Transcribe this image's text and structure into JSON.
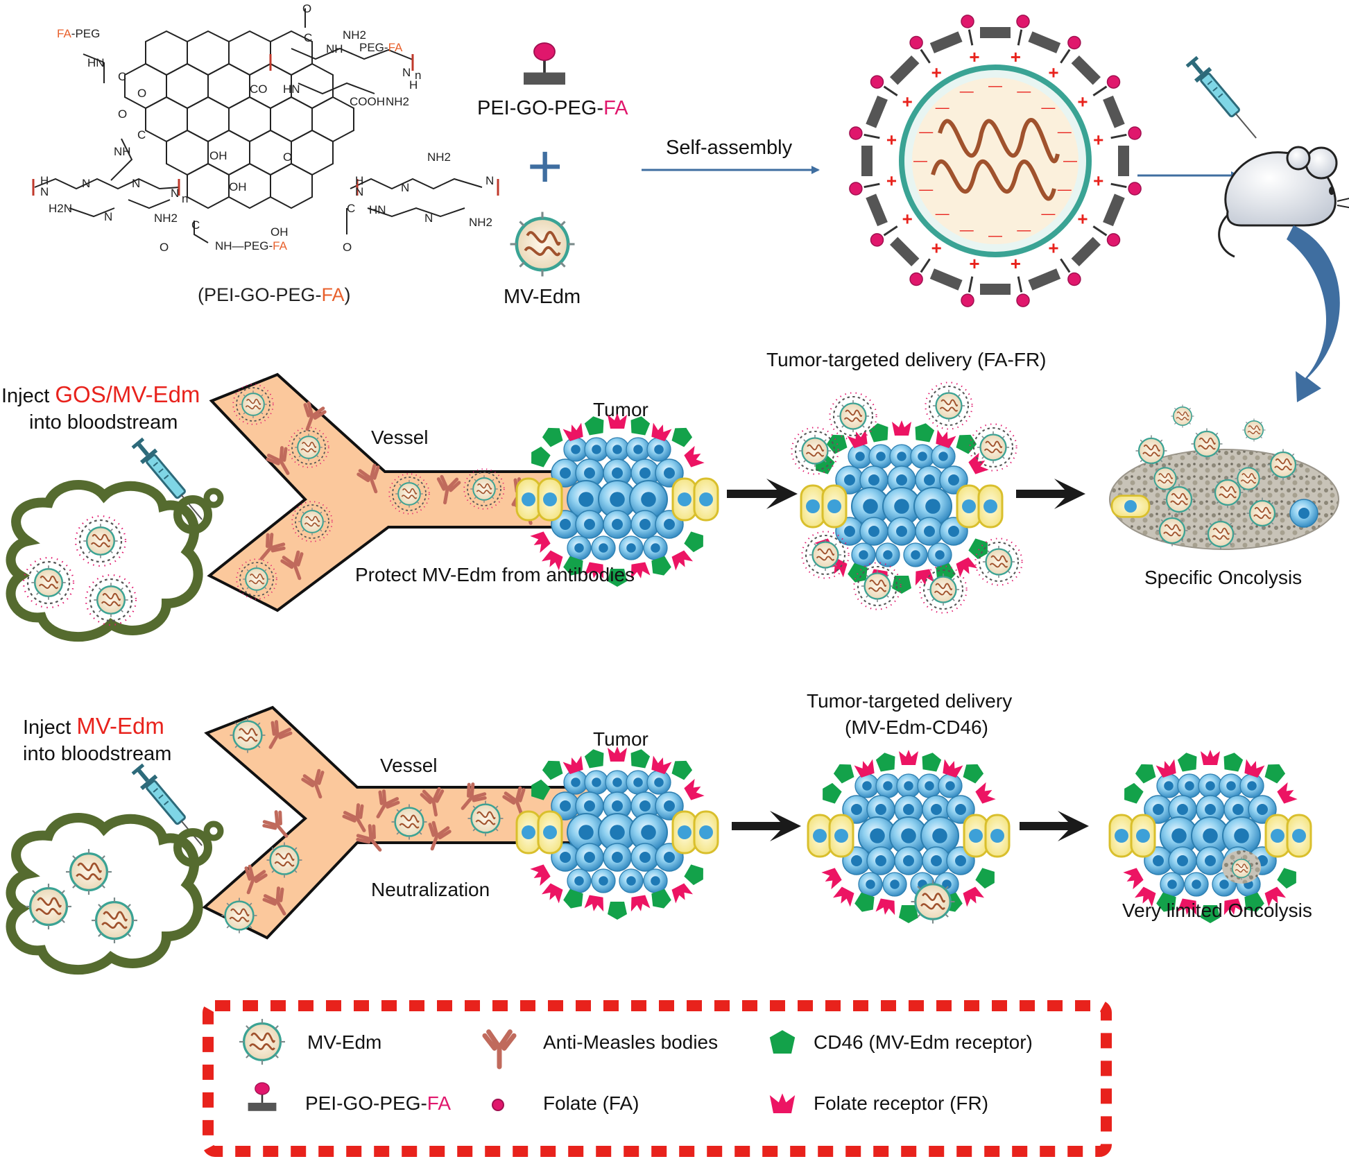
{
  "colors": {
    "accent_red": "#e8221c",
    "fa_orange": "#e8602c",
    "fa_pink": "#e0176c",
    "vessel_fill": "#fbc89c",
    "cell_blue": "#5ab0dc",
    "receptor_green": "#13a24a",
    "receptor_pink": "#ec1463",
    "cloud_green": "#556b2f",
    "arrow_blue": "#3f6ea0",
    "arrow_dark": "#1a1a1a"
  },
  "chemistry": {
    "compound_caption": {
      "prefix": "(PEI-GO-PEG-",
      "suffix": "FA",
      "close": ")"
    },
    "groups": {
      "fa": "FA",
      "peg_dash": "-PEG",
      "peg": "PEG-",
      "nh_peg": "NH—PEG-",
      "nh": "NH",
      "hn": "HN",
      "nh2": "NH2",
      "h2n": "H2N",
      "oh": "OH",
      "o": "O",
      "c": "C",
      "n": "N",
      "h": "H",
      "co": "CO",
      "cooh": "COOH",
      "sub_n": "n"
    }
  },
  "top": {
    "sheet_label": {
      "prefix": "PEI-GO-PEG-",
      "suffix": "FA"
    },
    "plus": "+",
    "virus_label": "MV-Edm",
    "self_assembly": "Self-assembly",
    "charge_plus": "+",
    "charge_minus": "—"
  },
  "row1": {
    "inject_prefix": "Inject ",
    "inject_highlight": "GOS/MV-Edm",
    "inject_suffix": "into bloodstream",
    "vessel": "Vessel",
    "tumor": "Tumor",
    "caption": "Protect MV-Edm from antibodies",
    "delivery": "Tumor-targeted delivery (FA-FR)",
    "outcome": "Specific Oncolysis"
  },
  "row2": {
    "inject_prefix": "Inject ",
    "inject_highlight": "MV-Edm",
    "inject_suffix": "into bloodstream",
    "vessel": "Vessel",
    "tumor": "Tumor",
    "caption": "Neutralization",
    "delivery_line1": "Tumor-targeted delivery",
    "delivery_line2": "(MV-Edm-CD46)",
    "outcome": "Very limited Oncolysis"
  },
  "legend": [
    {
      "icon": "virus",
      "label": "MV-Edm"
    },
    {
      "icon": "antibody",
      "label": "Anti-Measles bodies"
    },
    {
      "icon": "cd46",
      "label": "CD46 (MV-Edm receptor)"
    },
    {
      "icon": "sheet",
      "label_prefix": "PEI-GO-PEG-",
      "label_suffix": "FA"
    },
    {
      "icon": "folate",
      "label": "Folate (FA)"
    },
    {
      "icon": "fr",
      "label": "Folate receptor (FR)"
    }
  ]
}
